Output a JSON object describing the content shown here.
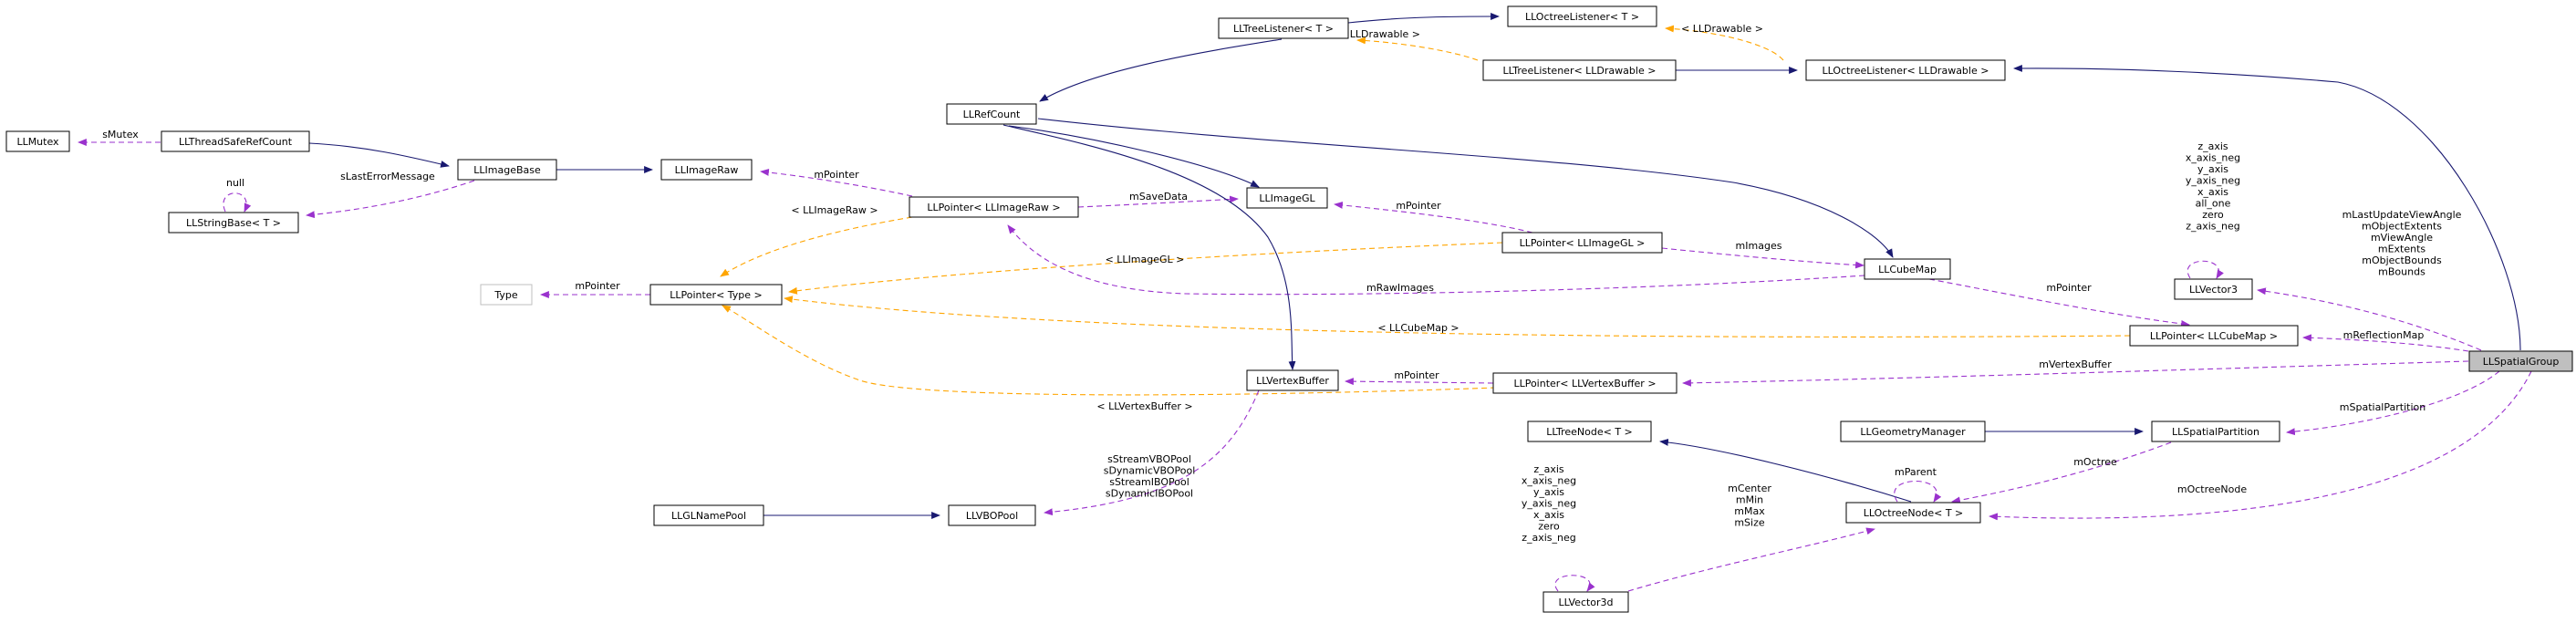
{
  "colors": {
    "inheritance": "#191970",
    "usage": "#9a32cd",
    "template": "#ffa500",
    "node_border": "#000000",
    "node_fill": "#ffffff",
    "highlight_fill": "#bfbfbf",
    "undocumented_border": "#bfbfbf"
  },
  "nodes": [
    {
      "id": "LLSpatialGroup",
      "label": "LLSpatialGroup",
      "highlight": true
    },
    {
      "id": "LLOctreeListenerD",
      "label": "LLOctreeListener< LLDrawable >"
    },
    {
      "id": "LLOctreeListenerT",
      "label": "LLOctreeListener< T >"
    },
    {
      "id": "LLTreeListenerD",
      "label": "LLTreeListener< LLDrawable >"
    },
    {
      "id": "LLTreeListenerT",
      "label": "LLTreeListener< T >"
    },
    {
      "id": "LLRefCount",
      "label": "LLRefCount"
    },
    {
      "id": "LLMutex",
      "label": "LLMutex"
    },
    {
      "id": "LLThreadSafeRefCount",
      "label": "LLThreadSafeRefCount"
    },
    {
      "id": "LLImageBase",
      "label": "LLImageBase"
    },
    {
      "id": "LLStringBase",
      "label": "LLStringBase< T >"
    },
    {
      "id": "LLImageRaw",
      "label": "LLImageRaw"
    },
    {
      "id": "LLPointerImageRaw",
      "label": "LLPointer< LLImageRaw >"
    },
    {
      "id": "LLImageGL",
      "label": "LLImageGL"
    },
    {
      "id": "LLPointerImageGL",
      "label": "LLPointer< LLImageGL >"
    },
    {
      "id": "LLCubeMap",
      "label": "LLCubeMap"
    },
    {
      "id": "Type",
      "label": "Type",
      "undocumented": true
    },
    {
      "id": "LLPointerType",
      "label": "LLPointer< Type >"
    },
    {
      "id": "LLVector3",
      "label": "LLVector3"
    },
    {
      "id": "LLPointerCubeMap",
      "label": "LLPointer< LLCubeMap >"
    },
    {
      "id": "LLVertexBuffer",
      "label": "LLVertexBuffer"
    },
    {
      "id": "LLPointerVertexBuffer",
      "label": "LLPointer< LLVertexBuffer >"
    },
    {
      "id": "LLGeometryManager",
      "label": "LLGeometryManager"
    },
    {
      "id": "LLSpatialPartition",
      "label": "LLSpatialPartition"
    },
    {
      "id": "LLTreeNodeT",
      "label": "LLTreeNode< T >"
    },
    {
      "id": "LLOctreeNodeT",
      "label": "LLOctreeNode< T >"
    },
    {
      "id": "LLGLNamePool",
      "label": "LLGLNamePool"
    },
    {
      "id": "LLVBOPool",
      "label": "LLVBOPool"
    },
    {
      "id": "LLVector3d",
      "label": "LLVector3d"
    }
  ],
  "edges": [
    {
      "from": "LLOctreeListenerD",
      "to": "LLSpatialGroup",
      "kind": "inheritance"
    },
    {
      "from": "LLTreeListenerD",
      "to": "LLOctreeListenerD",
      "kind": "inheritance"
    },
    {
      "from": "LLOctreeListenerT",
      "to": "LLOctreeListenerD",
      "kind": "template",
      "label": "< LLDrawable >"
    },
    {
      "from": "LLTreeListenerT",
      "to": "LLOctreeListenerT",
      "kind": "inheritance"
    },
    {
      "from": "LLTreeListenerT",
      "to": "LLTreeListenerD",
      "kind": "template",
      "label": "< LLDrawable >"
    },
    {
      "from": "LLRefCount",
      "to": "LLTreeListenerT",
      "kind": "inheritance"
    },
    {
      "from": "LLMutex",
      "to": "LLThreadSafeRefCount",
      "kind": "usage",
      "label": "sMutex"
    },
    {
      "from": "LLThreadSafeRefCount",
      "to": "LLImageBase",
      "kind": "inheritance"
    },
    {
      "from": "LLStringBase",
      "to": "LLStringBase",
      "kind": "usage",
      "label": "null"
    },
    {
      "from": "LLStringBase",
      "to": "LLImageBase",
      "kind": "usage",
      "label": "sLastErrorMessage"
    },
    {
      "from": "LLImageBase",
      "to": "LLImageRaw",
      "kind": "inheritance"
    },
    {
      "from": "LLImageRaw",
      "to": "LLPointerImageRaw",
      "kind": "usage",
      "label": "mPointer"
    },
    {
      "from": "LLPointerImageRaw",
      "to": "LLImageGL",
      "kind": "usage",
      "label": "mSaveData"
    },
    {
      "from": "LLRefCount",
      "to": "LLImageGL",
      "kind": "inheritance"
    },
    {
      "from": "LLImageGL",
      "to": "LLPointerImageGL",
      "kind": "usage",
      "label": "mPointer"
    },
    {
      "from": "LLPointerImageGL",
      "to": "LLCubeMap",
      "kind": "usage",
      "label": "mImages"
    },
    {
      "from": "LLPointerImageRaw",
      "to": "LLCubeMap",
      "kind": "usage",
      "label": "mRawImages"
    },
    {
      "from": "LLRefCount",
      "to": "LLCubeMap",
      "kind": "inheritance"
    },
    {
      "from": "Type",
      "to": "LLPointerType",
      "kind": "usage",
      "label": "mPointer"
    },
    {
      "from": "LLPointerType",
      "to": "LLPointerImageRaw",
      "kind": "template",
      "label": "< LLImageRaw >"
    },
    {
      "from": "LLPointerType",
      "to": "LLPointerImageGL",
      "kind": "template",
      "label": "< LLImageGL >"
    },
    {
      "from": "LLPointerType",
      "to": "LLPointerCubeMap",
      "kind": "template",
      "label": "< LLCubeMap >"
    },
    {
      "from": "LLPointerType",
      "to": "LLPointerVertexBuffer",
      "kind": "template",
      "label": "< LLVertexBuffer >"
    },
    {
      "from": "LLCubeMap",
      "to": "LLPointerCubeMap",
      "kind": "usage",
      "label": "mPointer"
    },
    {
      "from": "LLVector3",
      "to": "LLVector3",
      "kind": "usage",
      "label": "z_axis\nx_axis_neg\ny_axis\ny_axis_neg\nx_axis\nall_one\nzero\nz_axis_neg"
    },
    {
      "from": "LLVector3",
      "to": "LLSpatialGroup",
      "kind": "usage",
      "label": "mLastUpdateViewAngle\nmObjectExtents\nmViewAngle\nmExtents\nmObjectBounds\nmBounds"
    },
    {
      "from": "LLPointerCubeMap",
      "to": "LLSpatialGroup",
      "kind": "usage",
      "label": "mReflectionMap"
    },
    {
      "from": "LLRefCount",
      "to": "LLVertexBuffer",
      "kind": "inheritance"
    },
    {
      "from": "LLVertexBuffer",
      "to": "LLPointerVertexBuffer",
      "kind": "usage",
      "label": "mPointer"
    },
    {
      "from": "LLPointerVertexBuffer",
      "to": "LLSpatialGroup",
      "kind": "usage",
      "label": "mVertexBuffer"
    },
    {
      "from": "LLGeometryManager",
      "to": "LLSpatialPartition",
      "kind": "inheritance"
    },
    {
      "from": "LLSpatialPartition",
      "to": "LLSpatialGroup",
      "kind": "usage",
      "label": "mSpatialPartition"
    },
    {
      "from": "LLTreeNodeT",
      "to": "LLOctreeNodeT",
      "kind": "inheritance"
    },
    {
      "from": "LLOctreeNodeT",
      "to": "LLOctreeNodeT",
      "kind": "usage",
      "label": "mParent"
    },
    {
      "from": "LLOctreeNodeT",
      "to": "LLSpatialPartition",
      "kind": "usage",
      "label": "mOctree"
    },
    {
      "from": "LLOctreeNodeT",
      "to": "LLSpatialGroup",
      "kind": "usage",
      "label": "mOctreeNode"
    },
    {
      "from": "LLGLNamePool",
      "to": "LLVBOPool",
      "kind": "inheritance"
    },
    {
      "from": "LLVBOPool",
      "to": "LLVertexBuffer",
      "kind": "usage",
      "label": "sStreamVBOPool\nsDynamicVBOPool\nsStreamIBOPool\nsDynamicIBOPool"
    },
    {
      "from": "LLVector3d",
      "to": "LLVector3d",
      "kind": "usage",
      "label": "z_axis\nx_axis_neg\ny_axis\ny_axis_neg\nx_axis\nzero\nz_axis_neg"
    },
    {
      "from": "LLVector3d",
      "to": "LLOctreeNodeT",
      "kind": "usage",
      "label": "mCenter\nmMin\nmMax\nmSize"
    }
  ]
}
